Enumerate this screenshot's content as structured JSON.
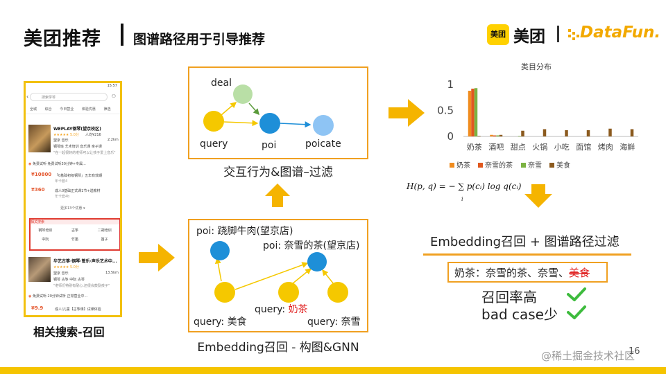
{
  "header": {
    "title": "美团推荐",
    "subtitle": "图谱路径用于引导推荐",
    "logo_box": "美团",
    "logo_text": "美团",
    "datafun_text": "DataFun."
  },
  "phone": {
    "status_time": "15:57",
    "search_placeholder": "搜索学琴",
    "tabs": [
      "全城",
      "综合",
      "今日营业",
      "体验优惠",
      "筛选"
    ],
    "shop1_name": "WEPLAY钢琴(望京校区)",
    "shop1_rating": "★★★★★ 5.0分",
    "shop1_meta": "人均¥216",
    "shop1_area": "望京  音乐",
    "shop1_distance": "2.2km",
    "shop1_tags": [
      "钢琴班",
      "艺术培训",
      "音乐课",
      "亲子课"
    ],
    "shop1_quote": "\"在一起很好的老师可以让孩子爱上音乐\"",
    "shop1_deal1": "免费试听·免费试听30分钟+专属...",
    "shop1_price1": "¥10800",
    "shop1_deal2": "「0基础初级钢琴」五年有效期",
    "shop1_deal2b": "年卡套4",
    "shop1_price2": "¥360",
    "shop1_deal3": "成人0基础正式课1节+送教材",
    "shop1_deal3b": "年卡套4b",
    "more_label": "更多13个优惠 ▾",
    "related_head": "相关搜索",
    "related_chips": [
      "钢琴培训",
      "古筝",
      "二胡培训",
      "中阮",
      "竹笛",
      "笛子"
    ],
    "shop2_name": "华艺古筝·钢琴·管乐·声乐艺术中...",
    "shop2_rating": "★★★★★ 5.0分",
    "shop2_area": "望京  音乐",
    "shop2_distance": "13.5km",
    "shop2_tags": [
      "钢琴",
      "古筝",
      "中阮",
      "古琴"
    ],
    "shop2_quote": "\"老师们特别有耐心,还很会鼓励孩子\"",
    "shop2_deal": "免费试听·20分钟试听 正常营业中...",
    "shop2_price": "¥9.9",
    "shop2_deal2": "成人/儿童【古筝课】试课体验",
    "caption": "相关搜索-召回"
  },
  "box1": {
    "nodes": {
      "deal": "deal",
      "query": "query",
      "poi": "poi",
      "poicate": "poicate"
    },
    "caption": "交互行为&图谱–过滤"
  },
  "box2": {
    "poi1": "poi: 跷脚牛肉(望京店)",
    "poi2": "poi: 奈雪的茶(望京店)",
    "q_prefix": "query: ",
    "q_milk": "奶茶",
    "q_food": "query: 美食",
    "q_naixue": "query: 奈雪",
    "caption": "Embedding召回 - 构图&GNN"
  },
  "chart_data": {
    "type": "bar",
    "title": "类目分布",
    "categories": [
      "奶茶",
      "酒吧",
      "甜点",
      "火锅",
      "小吃",
      "面馆",
      "烤肉",
      "海鲜"
    ],
    "series": [
      {
        "name": "奶茶",
        "color": "#f08c1e",
        "values": [
          0.88,
          0.03,
          0.0,
          0.0,
          0.0,
          0.0,
          0.0,
          0.0
        ]
      },
      {
        "name": "奈雪的茶",
        "color": "#e0581e",
        "values": [
          0.92,
          0.02,
          0.0,
          0.0,
          0.0,
          0.0,
          0.0,
          0.0
        ]
      },
      {
        "name": "奈雪",
        "color": "#7cb342",
        "values": [
          0.93,
          0.02,
          0.01,
          0.0,
          0.0,
          0.0,
          0.0,
          0.0
        ]
      },
      {
        "name": "美食",
        "color": "#8b5a1e",
        "values": [
          0.01,
          0.03,
          0.11,
          0.14,
          0.12,
          0.12,
          0.15,
          0.14
        ]
      }
    ],
    "yticks": [
      "1",
      "0.5",
      "0"
    ],
    "ylim": [
      0,
      1
    ],
    "legend_position": "bottom"
  },
  "formula": "H(p, q) = − ∑ p(cᵢ) log q(cᵢ)",
  "formula_sub": "i",
  "right": {
    "emb_title": "Embedding召回 + 图谱路径过滤",
    "result_prefix": "奶茶：奈雪的茶、奈雪、",
    "result_strike": "美食",
    "stat1": "召回率高",
    "stat2": "bad case少"
  },
  "footer": {
    "page": "16",
    "watermark": "@稀土掘金技术社区"
  },
  "colors": {
    "accent_orange": "#f0a020",
    "arrow_yellow": "#f5b400",
    "node_yellow": "#f5c800",
    "node_blue": "#1e8fd8",
    "node_light_blue": "#8ec4f4",
    "node_green": "#b9dfa6",
    "check_green": "#3dbb3d"
  }
}
